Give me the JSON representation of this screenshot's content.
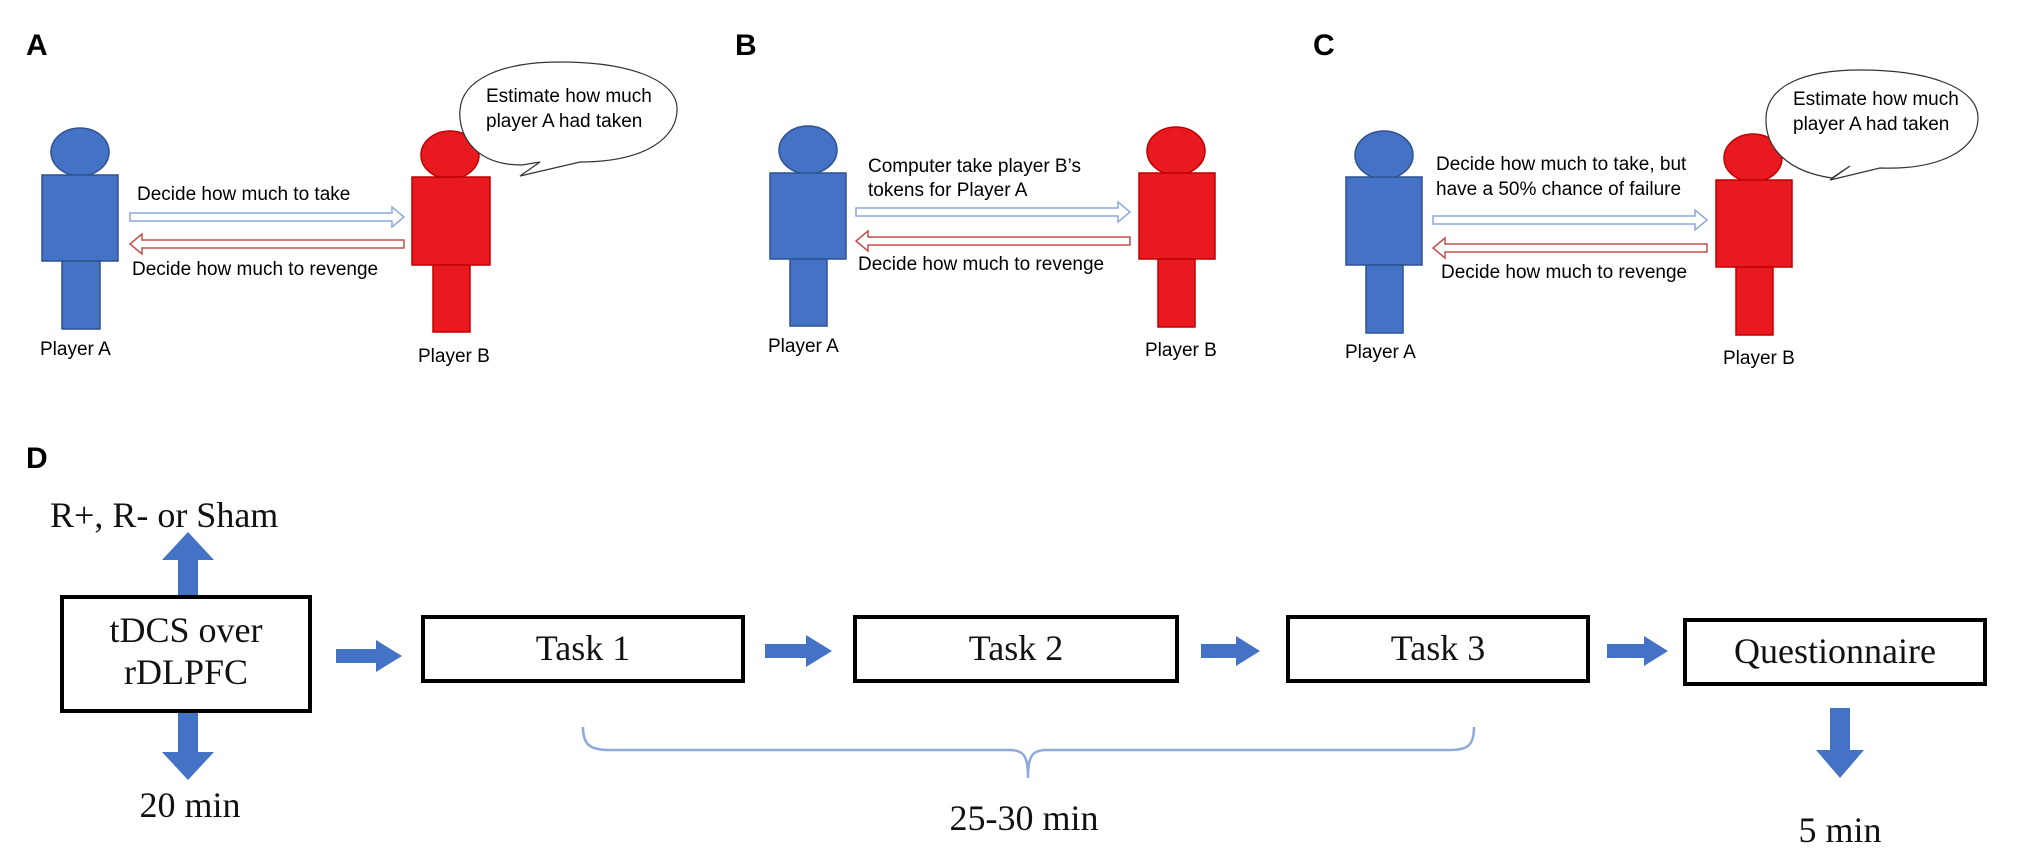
{
  "panels": {
    "a": {
      "letter": "A",
      "bubble": [
        "Estimate how much",
        "player A had taken"
      ],
      "forward": [
        "Decide how much to take"
      ],
      "back": "Decide how much to revenge",
      "player_a": "Player A",
      "player_b": "Player B"
    },
    "b": {
      "letter": "B",
      "forward": [
        "Computer take player B’s",
        "tokens for Player A"
      ],
      "back": "Decide how much to revenge",
      "player_a": "Player A",
      "player_b": "Player B"
    },
    "c": {
      "letter": "C",
      "bubble": [
        "Estimate how much",
        "player A had taken"
      ],
      "forward": [
        "Decide how much to take, but",
        "have a 50% chance of failure"
      ],
      "back": "Decide how much to revenge",
      "player_a": "Player A",
      "player_b": "Player B"
    },
    "d": {
      "letter": "D",
      "stim_label": "R+, R- or Sham",
      "tdcs": [
        "tDCS over",
        "rDLPFC"
      ],
      "tdcs_time": "20 min",
      "tasks": [
        "Task 1",
        "Task 2",
        "Task 3"
      ],
      "tasks_time": "25-30 min",
      "questionnaire": "Questionnaire",
      "questionnaire_time": "5 min"
    }
  },
  "colors": {
    "player_a": "#4472c4",
    "player_b": "#e8191f",
    "forward_arrow": "#8ea9db",
    "back_arrow": "#c0504d",
    "flow_arrow": "#4472c4"
  }
}
